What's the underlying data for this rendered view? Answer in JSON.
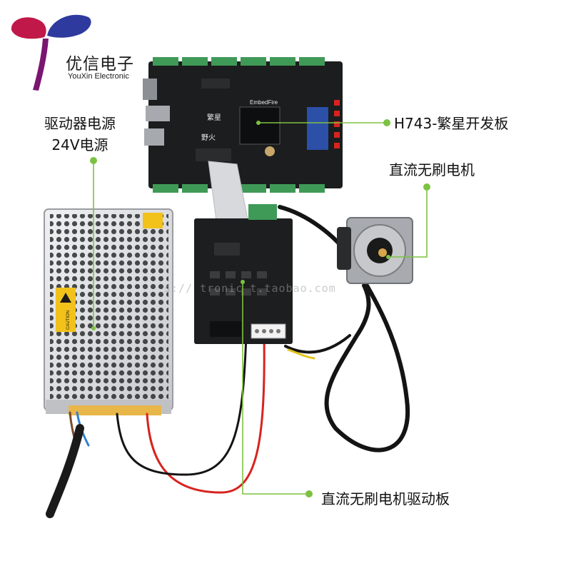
{
  "brand": {
    "name": "优信电子",
    "name_en": "YouXin Electronic",
    "logo_colors": [
      "#c01848",
      "#2e3a9e",
      "#7a1670"
    ]
  },
  "callouts": {
    "power_line1": "驱动器电源",
    "power_line2": "24V电源",
    "dev_board": "H743-繁星开发板",
    "motor": "直流无刷电机",
    "driver_board": "直流无刷电机驱动板"
  },
  "board_labels": {
    "fanxing": "繁星",
    "embedfire": "EmbedFire",
    "yehuo": "野火",
    "caution": "CAUTION"
  },
  "watermark": "s://          tronic  t.taobao.com",
  "colors": {
    "accent_green": "#7cc242",
    "pcb_dark": "#1b1d1e",
    "terminal_green": "#3f9a57",
    "psu_metal": "#d9dadc",
    "caution_yellow": "#f2c21b",
    "wire_red": "#d8231e",
    "wire_black": "#141414"
  }
}
